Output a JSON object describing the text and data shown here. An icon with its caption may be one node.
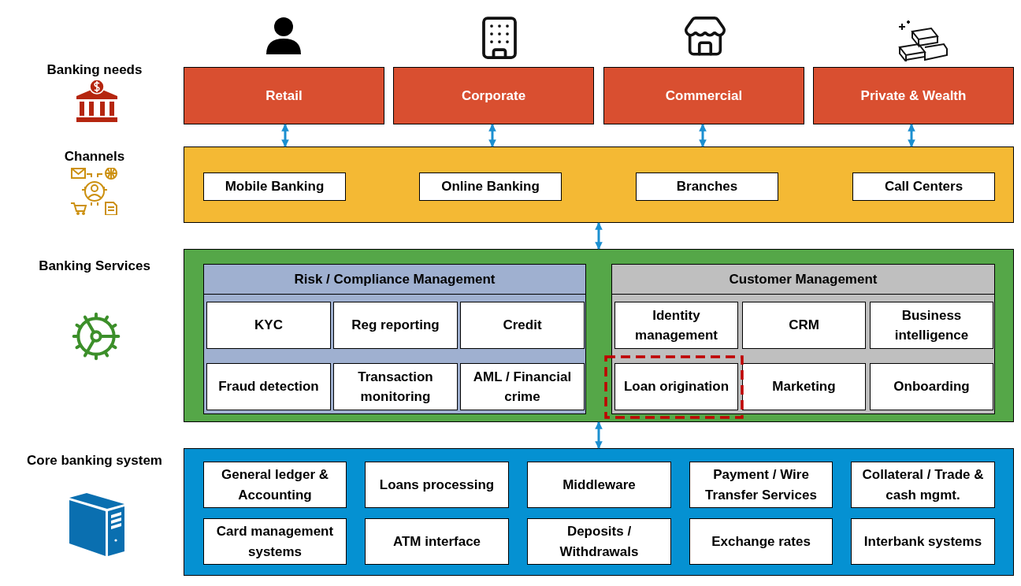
{
  "diagram": {
    "nodes": [
      {
        "text": [
          "Retail"
        ]
      },
      {
        "text": [
          "Corporate"
        ]
      },
      {
        "text": [
          "Commercial"
        ]
      },
      {
        "text": [
          "Private & Wealth"
        ]
      },
      {
        "text": [],
        "shape": "box"
      },
      {
        "text": [
          "Mobile Banking"
        ],
        "in": 4
      },
      {
        "text": [
          "Online Banking"
        ],
        "in": 4
      },
      {
        "text": [
          "Branches"
        ],
        "in": 4
      },
      {
        "text": [
          "Call Centers"
        ],
        "in": 4
      },
      {
        "text": [],
        "shape": "box"
      },
      {
        "text": [
          "Risk / Compliance Management"
        ],
        "in": 9
      },
      {
        "text": [
          "KYC"
        ],
        "in": 10
      },
      {
        "text": [
          "Reg reporting"
        ],
        "in": 10
      },
      {
        "text": [
          "Credit"
        ],
        "in": 10
      },
      {
        "text": [
          "Fraud detection"
        ],
        "in": 10
      },
      {
        "text": [
          "Transaction monitoring"
        ],
        "in": 10
      },
      {
        "text": [
          "AML / Financial crime"
        ],
        "in": 10
      },
      {
        "text": [
          "Customer Management"
        ],
        "in": 9
      },
      {
        "text": [
          "Identity management"
        ],
        "in": 17
      },
      {
        "text": [
          "CRM"
        ],
        "in": 17
      },
      {
        "text": [
          "Business intelligence"
        ],
        "in": 17
      },
      {
        "text": [
          "Loan origination"
        ],
        "in": 17
      },
      {
        "text": [
          "Marketing"
        ],
        "in": 17
      },
      {
        "text": [
          "Onboarding"
        ],
        "in": 17
      },
      {
        "text": [],
        "shape": "box"
      },
      {
        "text": [
          "General ledger & Accounting"
        ],
        "in": 24
      },
      {
        "text": [
          "Loans processing"
        ],
        "in": 24
      },
      {
        "text": [
          "Middleware"
        ],
        "in": 24
      },
      {
        "text": [
          "Payment / Wire Transfer Services"
        ],
        "in": 24
      },
      {
        "text": [
          "Collateral / Trade & cash mgmt."
        ],
        "in": 24
      },
      {
        "text": [
          "Card management systems"
        ],
        "in": 24
      },
      {
        "text": [
          "ATM interface"
        ],
        "in": 24
      },
      {
        "text": [
          "Deposits / Withdrawals"
        ],
        "in": 24
      },
      {
        "text": [
          "Exchange rates"
        ],
        "in": 24
      },
      {
        "text": [
          "Interbank systems"
        ],
        "in": 24
      }
    ],
    "edges": [
      {
        "from": 0,
        "to": 4,
        "arrow": "both"
      },
      {
        "from": 1,
        "to": 4,
        "arrow": "both"
      },
      {
        "from": 2,
        "to": 4,
        "arrow": "both"
      },
      {
        "from": 3,
        "to": 4,
        "arrow": "both"
      },
      {
        "from": 4,
        "to": 9,
        "arrow": "both"
      },
      {
        "from": 9,
        "to": 24,
        "arrow": "both"
      }
    ],
    "labels": [
      "Banking needs",
      "Channels",
      "Banking Services",
      "Core banking system"
    ]
  }
}
